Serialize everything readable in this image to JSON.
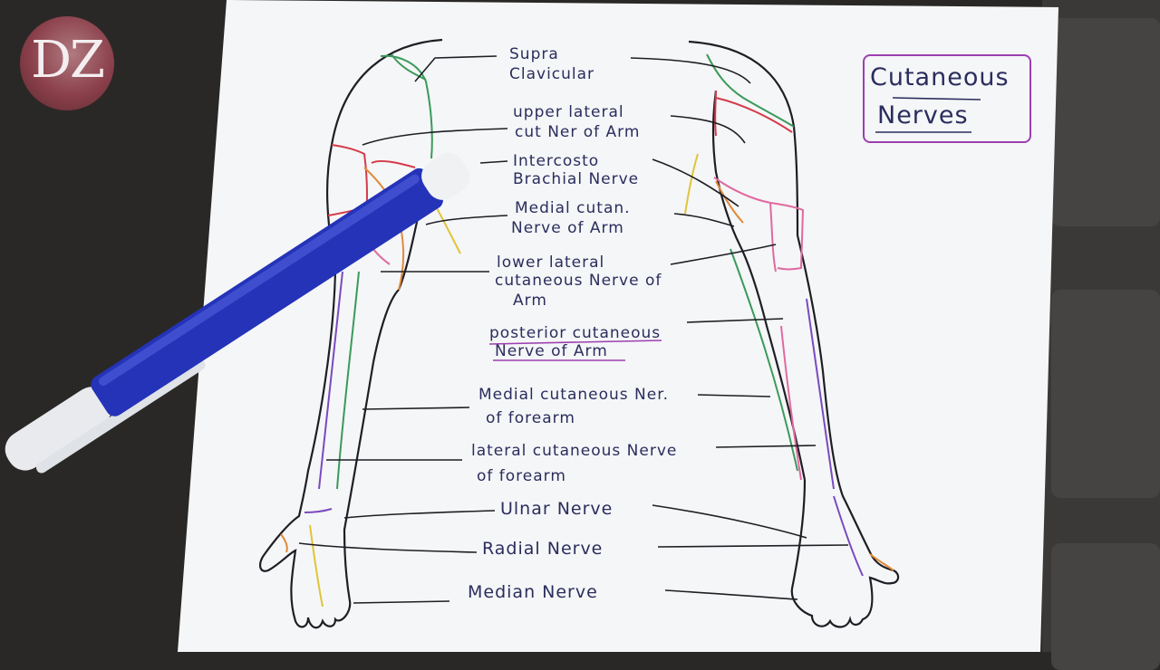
{
  "logo": {
    "text": "DZ"
  },
  "title": {
    "line1": "Cutaneous",
    "line2": "Nerves"
  },
  "labels": [
    {
      "text": "Supra"
    },
    {
      "text": "Clavicular"
    },
    {
      "text": "upper lateral"
    },
    {
      "text": "cut Ner of Arm"
    },
    {
      "text": "Intercosto"
    },
    {
      "text": "Brachial Nerve"
    },
    {
      "text": "Medial cutan."
    },
    {
      "text": "Nerve of Arm"
    },
    {
      "text": "lower lateral"
    },
    {
      "text": "cutaneous Nerve of"
    },
    {
      "text": "Arm"
    },
    {
      "text": "posterior cutaneous"
    },
    {
      "text": "Nerve of Arm"
    },
    {
      "text": "Medial cutaneous Ner."
    },
    {
      "text": "of forearm"
    },
    {
      "text": "lateral cutaneous Nerve"
    },
    {
      "text": "of forearm"
    },
    {
      "text": "Ulnar Nerve"
    },
    {
      "text": "Radial Nerve"
    },
    {
      "text": "Median Nerve"
    }
  ],
  "colors": {
    "ink": "#2b2d5e",
    "pen_body": "#2433b8",
    "green": "#3a9a5a",
    "pink": "#e06aa0",
    "red": "#d43a4a",
    "yellow": "#e0c43a",
    "orange": "#e08a3a",
    "purple": "#7a4ac0"
  }
}
